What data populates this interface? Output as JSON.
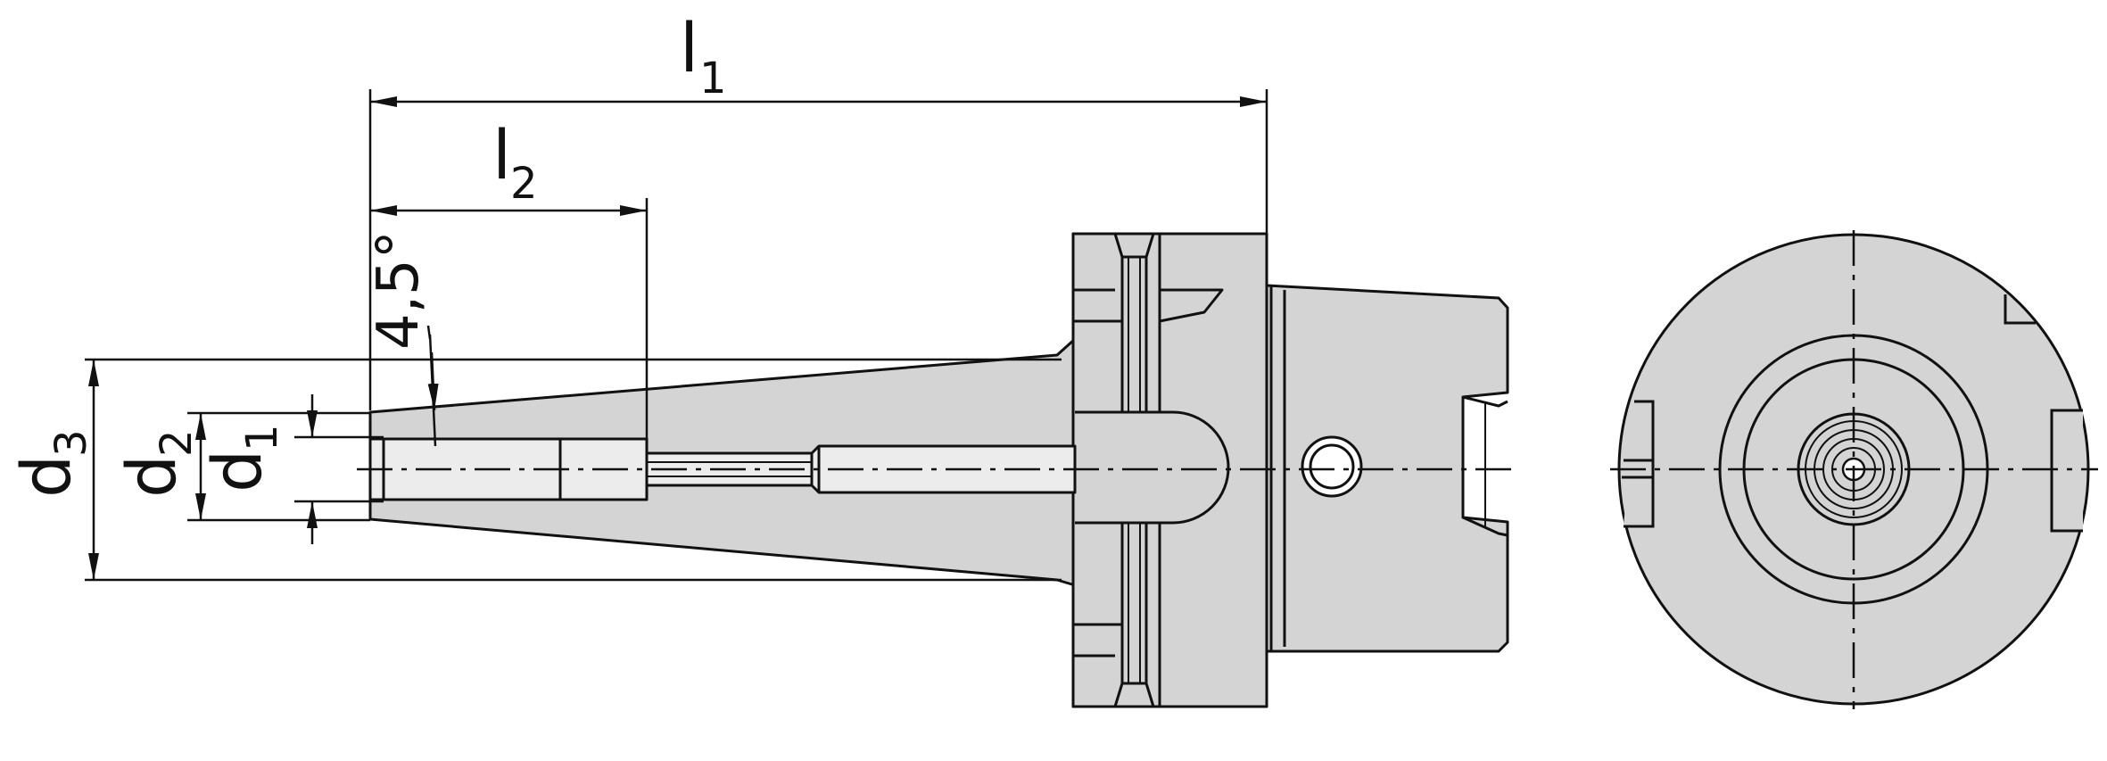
{
  "labels": {
    "l1": {
      "main": "l",
      "sub": "1"
    },
    "l2": {
      "main": "l",
      "sub": "2"
    },
    "d1": {
      "main": "d",
      "sub": "1"
    },
    "d2": {
      "main": "d",
      "sub": "2"
    },
    "d3": {
      "main": "d",
      "sub": "3"
    },
    "angle": "4,5°"
  },
  "colors": {
    "body_fill": "#d4d4d4",
    "bore_fill": "#ececec",
    "line": "#111111",
    "background": "#ffffff"
  }
}
